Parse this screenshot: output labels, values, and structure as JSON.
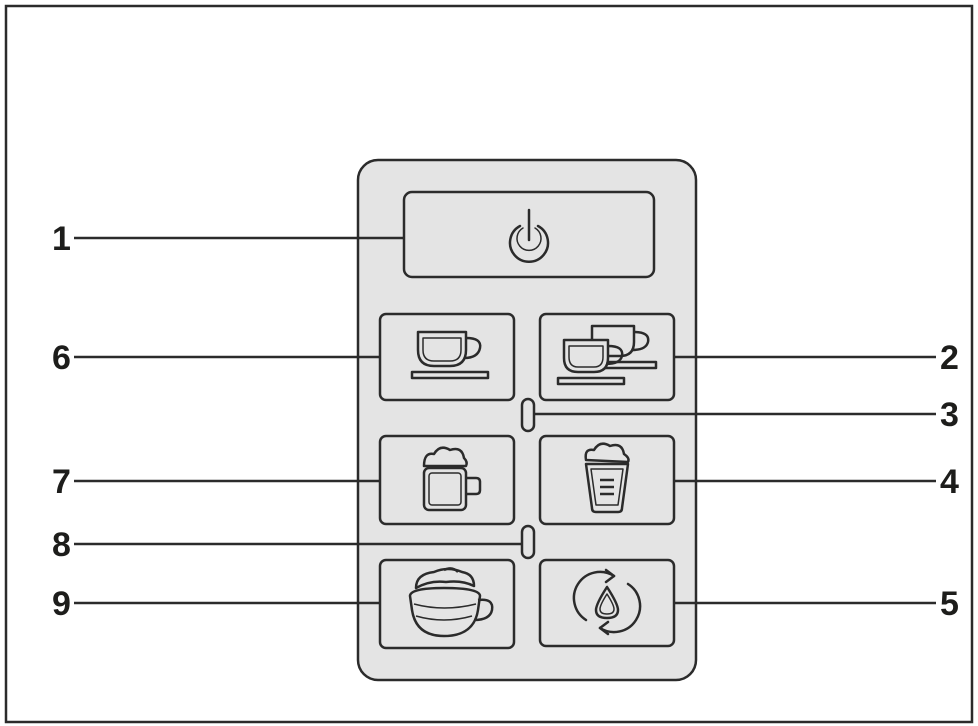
{
  "colors": {
    "stroke": "#2b2b2b",
    "panel_fill": "#e4e4e4",
    "button_fill": "#e4e4e4",
    "background": "#ffffff"
  },
  "callouts": {
    "c1": "1",
    "c2": "2",
    "c3": "3",
    "c4": "4",
    "c5": "5",
    "c6": "6",
    "c7": "7",
    "c8": "8",
    "c9": "9"
  },
  "buttons": [
    {
      "callout": "1",
      "icon": "power-icon"
    },
    {
      "callout": "6",
      "icon": "single-espresso-cup-icon"
    },
    {
      "callout": "2",
      "icon": "double-espresso-cups-icon"
    },
    {
      "callout": "7",
      "icon": "milk-froth-mug-icon"
    },
    {
      "callout": "4",
      "icon": "milk-carafe-icon"
    },
    {
      "callout": "9",
      "icon": "cappuccino-cup-icon"
    },
    {
      "callout": "5",
      "icon": "descale-cycle-icon"
    }
  ],
  "indicators": [
    {
      "callout": "3",
      "icon": "indicator-light"
    },
    {
      "callout": "8",
      "icon": "indicator-light"
    }
  ]
}
